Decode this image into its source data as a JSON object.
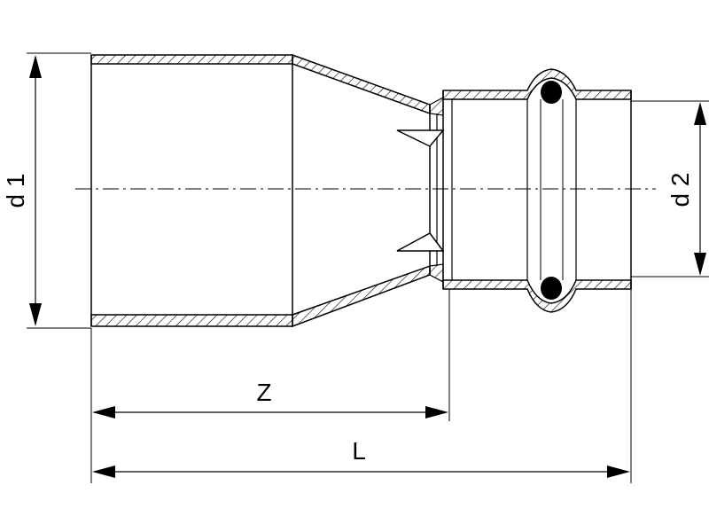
{
  "labels": {
    "d1": "d 1",
    "d2": "d 2",
    "z": "Z",
    "l": "L"
  },
  "colors": {
    "line": "#000000",
    "background": "#ffffff"
  }
}
